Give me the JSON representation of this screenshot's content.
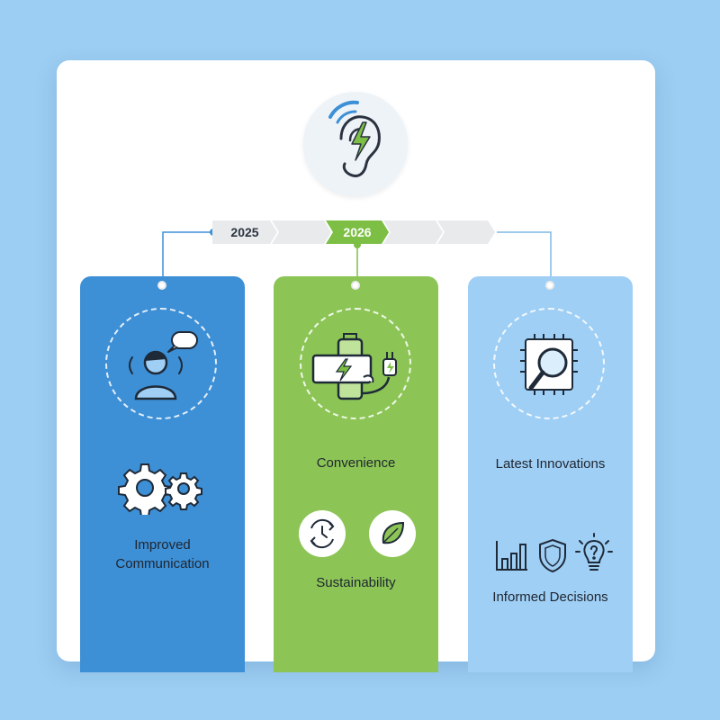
{
  "timeline": {
    "years": [
      {
        "label": "2025"
      },
      {
        "label": "2026"
      },
      {
        "label": ""
      },
      {
        "label": ""
      }
    ]
  },
  "columns": [
    {
      "id": "blue",
      "color": "#3d8fd6",
      "icon_top": "person-speaking-icon",
      "icon_mid": "gears-icon",
      "label": "Improved Communication",
      "label_lines": [
        "Improved",
        "Communication"
      ]
    },
    {
      "id": "green",
      "color": "#8cc556",
      "icon_top": "battery-plug-icon",
      "label_top": "Convenience",
      "icons_mid": [
        "cycle-clock-icon",
        "leaf-icon"
      ],
      "label_bottom": "Sustainability"
    },
    {
      "id": "light",
      "color": "#9fcff5",
      "icon_top": "chip-magnifier-icon",
      "label_top": "Latest Innovations",
      "icons_mid": [
        "bar-chart-icon",
        "shield-icon",
        "lightbulb-question-icon"
      ],
      "label_bottom": "Informed Decisions"
    }
  ],
  "colors": {
    "background": "#9ccdf2",
    "accent_green": "#7dbf45",
    "accent_blue": "#3d8fd6"
  }
}
